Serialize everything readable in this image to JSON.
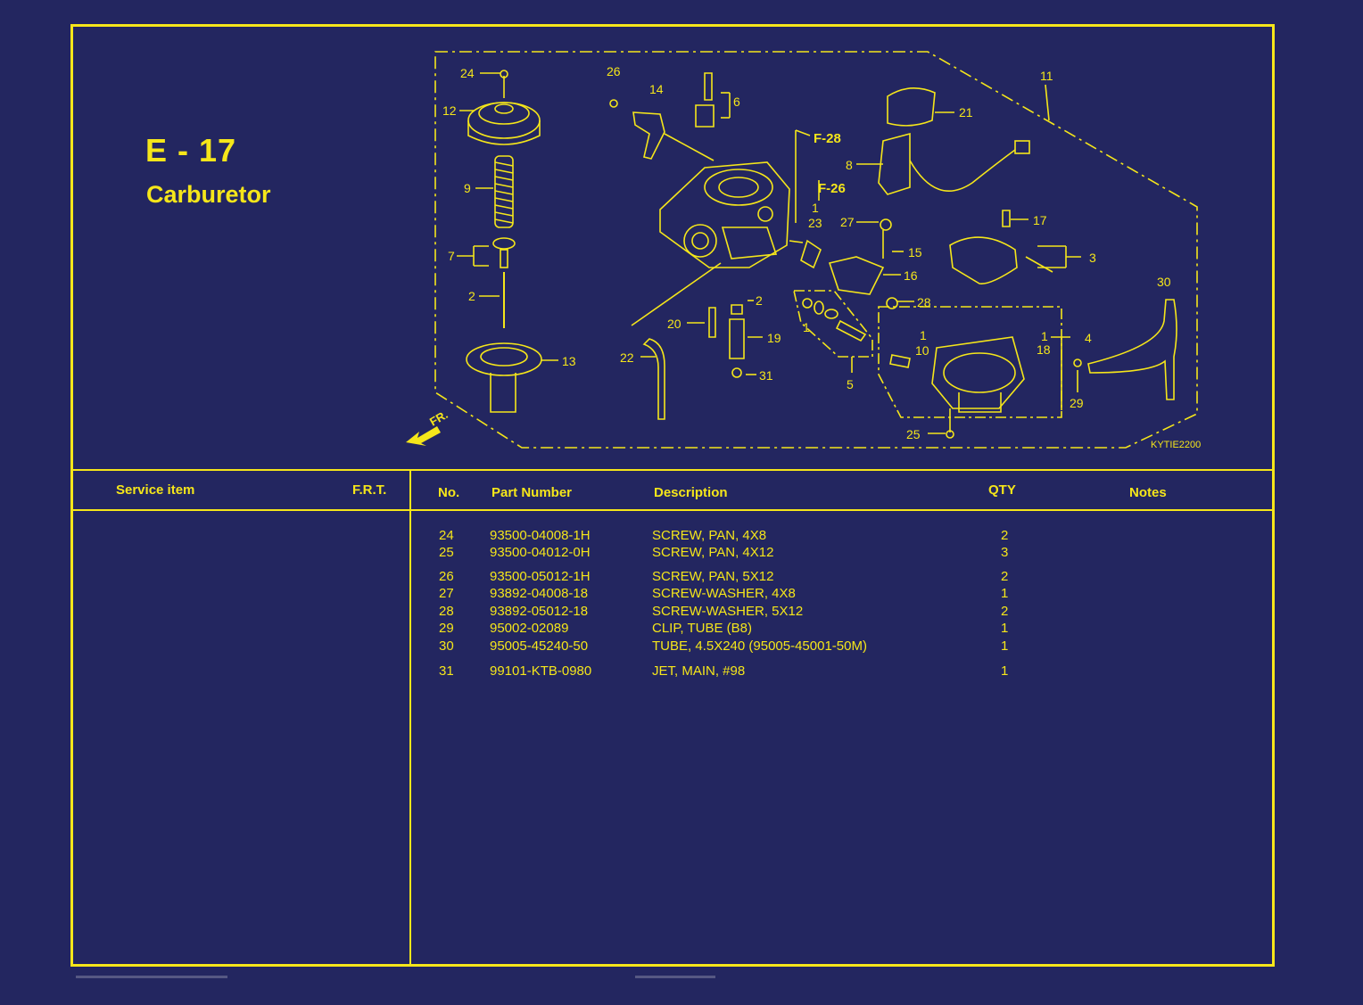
{
  "page": {
    "code": "E - 17",
    "name": "Carburetor"
  },
  "diagram": {
    "ref_code": "KYTIE2200",
    "direction_label": "FR.",
    "refs": {
      "f28": "F-28",
      "f26": "F-26"
    },
    "callouts": {
      "n1a": "1",
      "n1b": "1",
      "n1c": "1",
      "n1d": "1",
      "n2a": "2",
      "n2b": "2",
      "n3": "3",
      "n4": "4",
      "n5": "5",
      "n6": "6",
      "n7": "7",
      "n8": "8",
      "n9": "9",
      "n10": "10",
      "n11": "11",
      "n12": "12",
      "n13": "13",
      "n14": "14",
      "n15": "15",
      "n16": "16",
      "n17": "17",
      "n18": "18",
      "n19": "19",
      "n20": "20",
      "n21": "21",
      "n22": "22",
      "n23": "23",
      "n24": "24",
      "n25": "25",
      "n26": "26",
      "n27": "27",
      "n28": "28",
      "n29": "29",
      "n30": "30",
      "n31": "31"
    }
  },
  "table": {
    "headers": {
      "service_item": "Service item",
      "frt": "F.R.T.",
      "no": "No.",
      "part_number": "Part Number",
      "description": "Description",
      "qty": "QTY",
      "notes": "Notes"
    },
    "rows": [
      {
        "no": "24",
        "part": "93500-04008-1H",
        "desc": "SCREW, PAN, 4X8",
        "qty": "2"
      },
      {
        "no": "25",
        "part": "93500-04012-0H",
        "desc": "SCREW, PAN, 4X12",
        "qty": "3"
      },
      {
        "no": "26",
        "part": "93500-05012-1H",
        "desc": "SCREW, PAN, 5X12",
        "qty": "2"
      },
      {
        "no": "27",
        "part": "93892-04008-18",
        "desc": "SCREW-WASHER, 4X8",
        "qty": "1"
      },
      {
        "no": "28",
        "part": "93892-05012-18",
        "desc": "SCREW-WASHER, 5X12",
        "qty": "2"
      },
      {
        "no": "29",
        "part": "95002-02089",
        "desc": "CLIP, TUBE (B8)",
        "qty": "1"
      },
      {
        "no": "30",
        "part": "95005-45240-50",
        "desc": "TUBE, 4.5X240  (95005-45001-50M)",
        "qty": "1"
      },
      {
        "no": "31",
        "part": "99101-KTB-0980",
        "desc": "JET, MAIN, #98",
        "qty": "1"
      }
    ]
  },
  "colors": {
    "background": "#232660",
    "ink": "#f5e61a"
  }
}
